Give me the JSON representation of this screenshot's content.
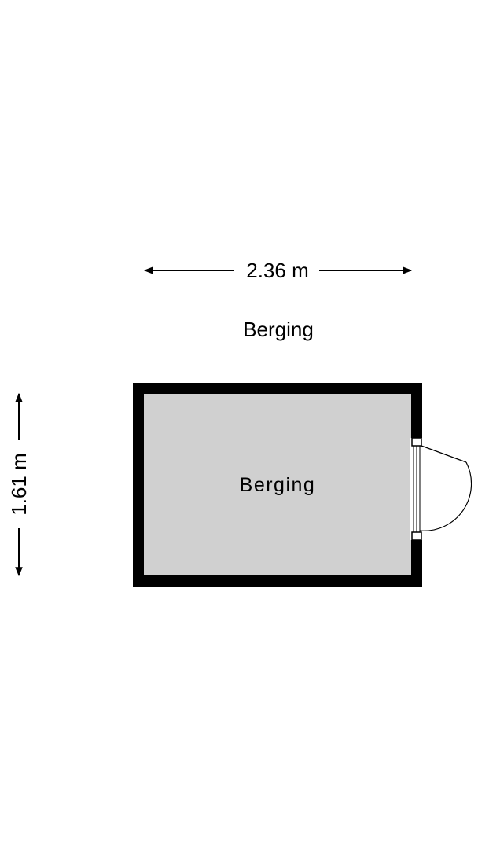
{
  "plan": {
    "title": "Berging",
    "width_label": "2.36 m",
    "height_label": "1.61 m",
    "room": {
      "label": "Berging",
      "floor_color": "#d0d0d0",
      "wall_color": "#000000"
    },
    "door_icon": "door-swing-icon"
  }
}
